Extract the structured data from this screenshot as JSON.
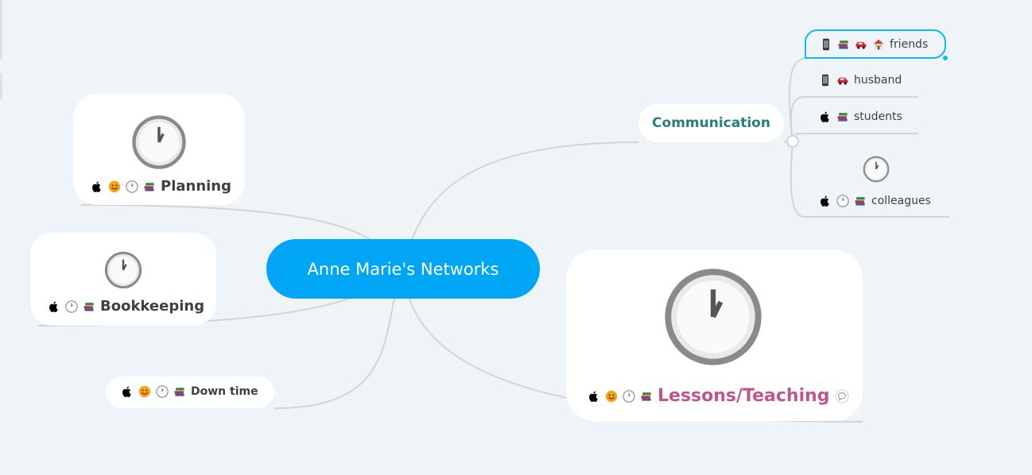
{
  "central": {
    "label": "Anne Marie's Networks",
    "color": "#00a6f4"
  },
  "branches": {
    "planning": {
      "label": "Planning",
      "icons": [
        "apple",
        "smiley",
        "clock",
        "books"
      ],
      "image": "clock"
    },
    "bookkeeping": {
      "label": "Bookkeeping",
      "icons": [
        "apple",
        "clock",
        "books"
      ],
      "image": "clock"
    },
    "downtime": {
      "label": "Down time",
      "icons": [
        "apple",
        "smiley",
        "clock",
        "books"
      ]
    },
    "communication": {
      "label": "Communication",
      "color": "#2a7d7d",
      "children": [
        {
          "label": "friends",
          "icons": [
            "phone",
            "books",
            "car",
            "house"
          ],
          "selected": true
        },
        {
          "label": "husband",
          "icons": [
            "phone",
            "car"
          ]
        },
        {
          "label": "students",
          "icons": [
            "apple",
            "books"
          ]
        },
        {
          "label": "colleagues",
          "icons": [
            "apple",
            "clock",
            "books"
          ],
          "image": "clock"
        }
      ]
    },
    "lessons": {
      "label": "Lessons/Teaching",
      "color": "#c0578a",
      "icons": [
        "apple",
        "smiley",
        "clock",
        "books"
      ],
      "image": "clock",
      "note_icon": "comment"
    }
  },
  "colors": {
    "selection": "#14b6f0",
    "connector": "#d0d5da"
  }
}
